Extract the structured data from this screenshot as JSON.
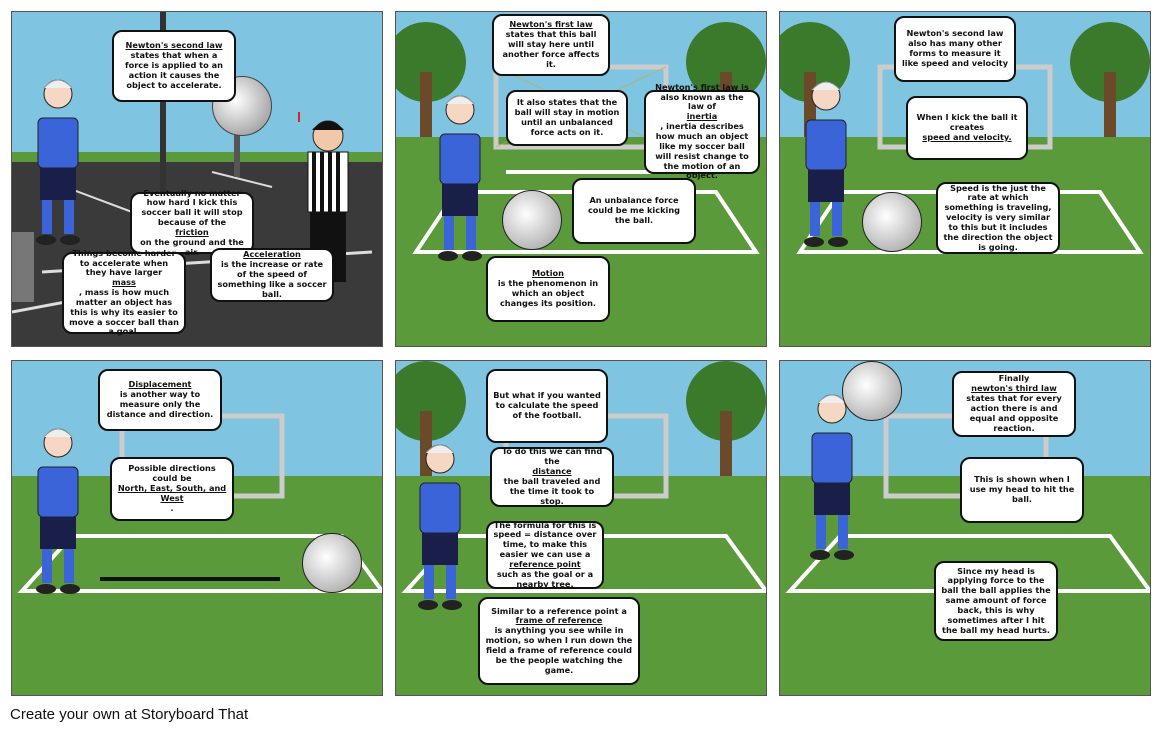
{
  "panels": [
    {
      "bubbles": [
        {
          "pre": "",
          "term": "Newton's second law",
          "post": " states that when a force is applied to an action it causes the object to accelerate."
        },
        {
          "pre": "Eventually no matter how hard I kick this soccer ball it will stop because of the ",
          "term": "friction",
          "post": " on the ground and the air."
        },
        {
          "pre": "",
          "term": "Acceleration",
          "post": " is the increase or rate of the speed of something like a soccer ball."
        },
        {
          "pre": "Things become harder to accelerate when they have larger ",
          "term": "mass",
          "post": ", mass is how much matter an object has this is why its easier to move a soccer ball than a goal."
        }
      ]
    },
    {
      "bubbles": [
        {
          "pre": "",
          "term": "Newton's first law",
          "post": " states that this ball will stay here until another force affects it."
        },
        {
          "pre": "It also states that the ball will stay in motion until an unbalanced force acts on it.",
          "term": "",
          "post": ""
        },
        {
          "pre": "Newton's first law is also known as the law of ",
          "term": "inertia",
          "post": ", inertia describes how much an object like my soccer ball will resist change to the motion of an object."
        },
        {
          "pre": "An unbalance force could be me kicking the ball.",
          "term": "",
          "post": ""
        },
        {
          "pre": "",
          "term": "Motion",
          "post": " is the phenomenon in which an object changes its position."
        }
      ]
    },
    {
      "bubbles": [
        {
          "pre": "Newton's second law also has many other forms to measure it like speed and velocity",
          "term": "",
          "post": ""
        },
        {
          "pre": "When I kick the ball it creates ",
          "term": "speed and velocity.",
          "post": ""
        },
        {
          "pre": "Speed is the just the rate at which something is traveling, velocity is very similar to this but it includes the direction the object is going.",
          "term": "",
          "post": ""
        }
      ]
    },
    {
      "bubbles": [
        {
          "pre": "",
          "term": "Displacement",
          "post": " is another way to measure only the distance and direction."
        },
        {
          "pre": "Possible directions could be ",
          "term": "North, East, South, and West",
          "post": "."
        }
      ]
    },
    {
      "bubbles": [
        {
          "pre": "But what if you wanted to calculate the speed of the football.",
          "term": "",
          "post": ""
        },
        {
          "pre": "To do this we can find the ",
          "term": "distance",
          "post": " the ball traveled and the time it took to stop."
        },
        {
          "pre": "The formula for this is speed = distance over time, to make this easier we can use a ",
          "term": "reference point",
          "post": " such as the goal or a nearby tree."
        },
        {
          "pre": "Similar to a reference point a ",
          "term": "frame of reference",
          "post": " is anything you see while in motion, so when I run down the field a frame of reference could be the people watching the game."
        }
      ]
    },
    {
      "bubbles": [
        {
          "pre": "Finally ",
          "term": "newton's third law",
          "post": " states that for every action there is and equal and opposite reaction."
        },
        {
          "pre": "This is shown when I use my head to hit the ball.",
          "term": "",
          "post": ""
        },
        {
          "pre": "Since my head is applying force to the ball the ball applies the same amount of force back, this is why sometimes after I hit the ball my head hurts.",
          "term": "",
          "post": ""
        }
      ]
    }
  ],
  "footer": {
    "text": "Create your own at Storyboard That"
  },
  "colors": {
    "sky": "#7fc4e0",
    "grass": "#5a9a3a",
    "asphalt": "#3a3a3a",
    "jersey": "#3a64d8",
    "shorts": "#1a1f4a"
  }
}
